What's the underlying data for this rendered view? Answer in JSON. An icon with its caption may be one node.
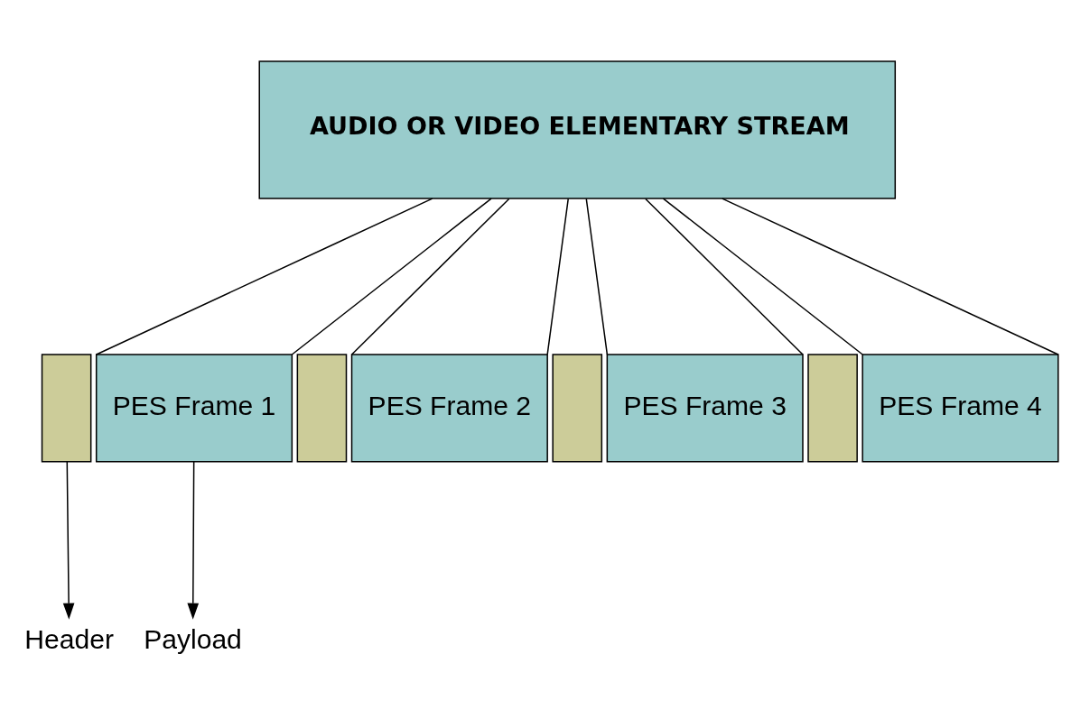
{
  "diagram": {
    "nodes": [
      {
        "text": [
          "AUDIO OR VIDEO ELEMENTARY STREAM"
        ]
      },
      {
        "text": [],
        "shape": "box"
      },
      {
        "text": [
          "PES Frame 1"
        ]
      },
      {
        "text": [],
        "shape": "box"
      },
      {
        "text": [
          "PES Frame 2"
        ]
      },
      {
        "text": [],
        "shape": "box"
      },
      {
        "text": [
          "PES Frame 3"
        ]
      },
      {
        "text": [],
        "shape": "box"
      },
      {
        "text": [
          "PES Frame 4"
        ]
      },
      {
        "text": [
          "Header"
        ]
      },
      {
        "text": [
          "Payload"
        ]
      }
    ],
    "edges": [
      {
        "from": 0,
        "to": 2,
        "arrow": "none"
      },
      {
        "from": 0,
        "to": 2,
        "arrow": "none"
      },
      {
        "from": 0,
        "to": 4,
        "arrow": "none"
      },
      {
        "from": 0,
        "to": 4,
        "arrow": "none"
      },
      {
        "from": 0,
        "to": 6,
        "arrow": "none"
      },
      {
        "from": 0,
        "to": 6,
        "arrow": "none"
      },
      {
        "from": 0,
        "to": 8,
        "arrow": "none"
      },
      {
        "from": 0,
        "to": 8,
        "arrow": "none"
      },
      {
        "from": 1,
        "to": 9,
        "arrow": "to"
      },
      {
        "from": 2,
        "to": 10,
        "arrow": "to"
      }
    ]
  }
}
